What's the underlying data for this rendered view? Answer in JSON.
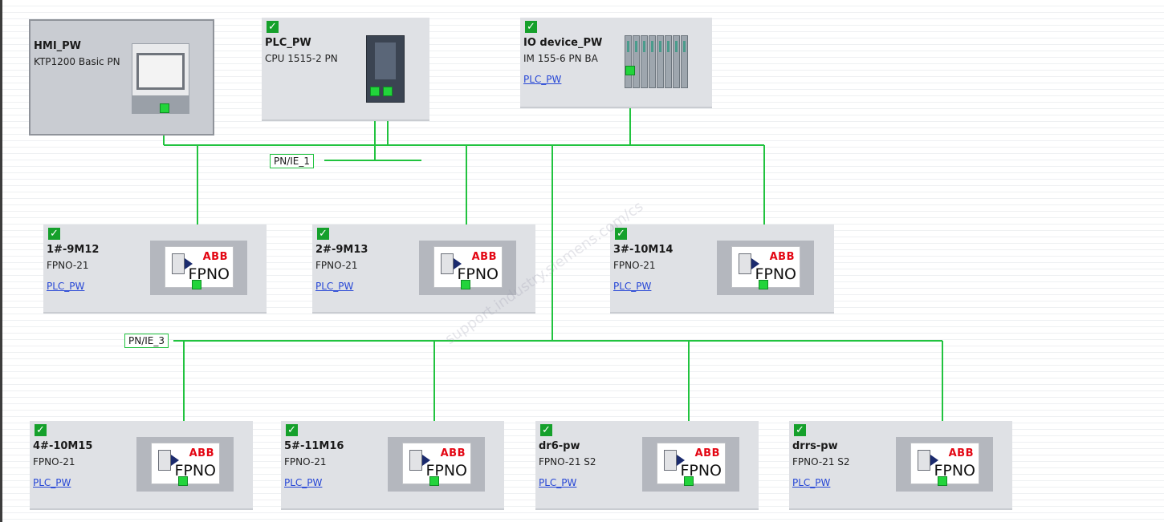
{
  "colors": {
    "wire": "#21c33f",
    "device_bg": "#dfe1e5",
    "link": "#2747d6",
    "check": "#15a02b",
    "abb_red": "#e30613"
  },
  "networks": {
    "pn_ie_1": "PN/IE_1",
    "pn_ie_3": "PN/IE_3"
  },
  "devices": {
    "hmi": {
      "name": "HMI_PW",
      "type": "KTP1200 Basic PN",
      "icon": "hmi-panel-icon"
    },
    "plc": {
      "name": "PLC_PW",
      "type": "CPU 1515-2 PN",
      "icon": "plc-cpu-icon"
    },
    "io": {
      "name": "IO device_PW",
      "type": "IM 155-6 PN BA",
      "link": "PLC_PW",
      "icon": "io-rack-icon"
    },
    "d1": {
      "name": "1#-9M12",
      "type": "FPNO-21",
      "link": "PLC_PW"
    },
    "d2": {
      "name": "2#-9M13",
      "type": "FPNO-21",
      "link": "PLC_PW"
    },
    "d3": {
      "name": "3#-10M14",
      "type": "FPNO-21",
      "link": "PLC_PW"
    },
    "d4": {
      "name": "4#-10M15",
      "type": "FPNO-21",
      "link": "PLC_PW"
    },
    "d5": {
      "name": "5#-11M16",
      "type": "FPNO-21",
      "link": "PLC_PW"
    },
    "d6": {
      "name": "dr6-pw",
      "type": "FPNO-21 S2",
      "link": "PLC_PW"
    },
    "d7": {
      "name": "drrs-pw",
      "type": "FPNO-21 S2",
      "link": "PLC_PW"
    }
  },
  "fpno_icon": {
    "brand": "ABB",
    "model": "FPNO"
  },
  "watermark": "support.industry.siemens.com/cs"
}
